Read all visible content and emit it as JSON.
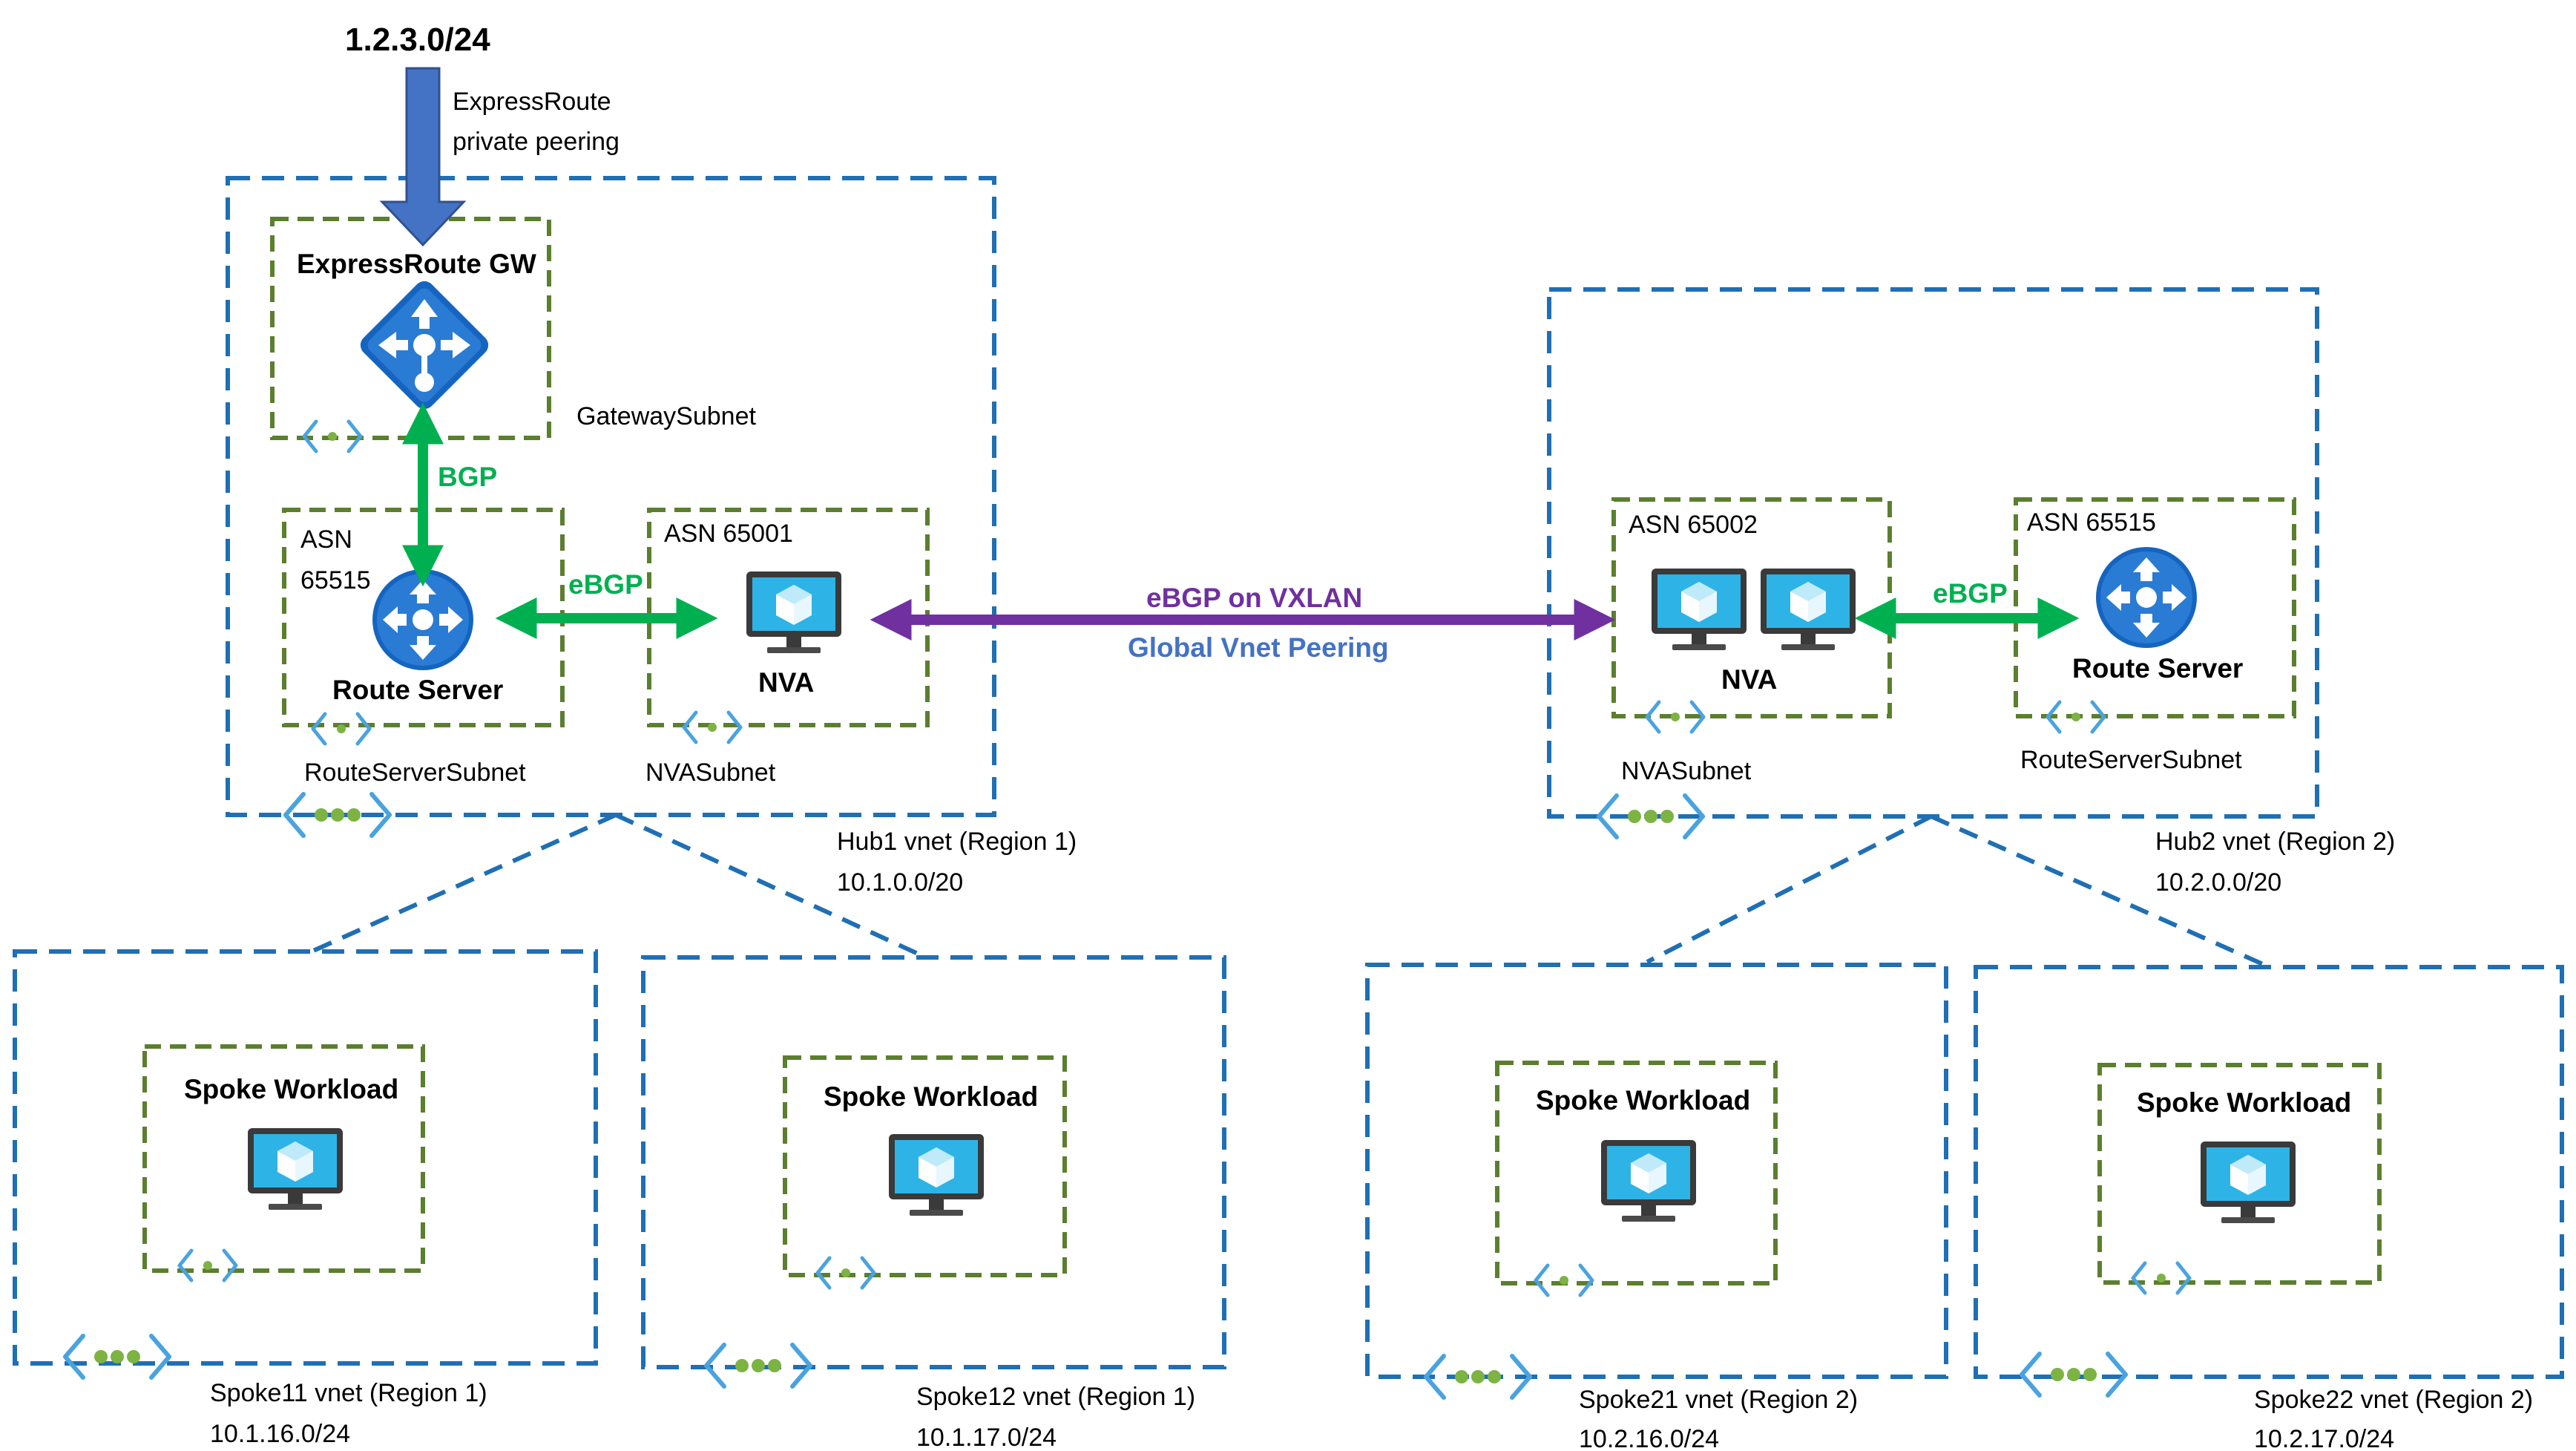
{
  "prefix": "1.2.3.0/24",
  "expressroute_note": [
    "ExpressRoute",
    "private peering"
  ],
  "hub1": {
    "name": "Hub1 vnet (Region 1)",
    "cidr": "10.1.0.0/20",
    "gw_subnet": {
      "title": "ExpressRoute GW",
      "name": "GatewaySubnet"
    },
    "rs_subnet": {
      "asn_line1": "ASN",
      "asn_line2": "65515",
      "device": "Route Server",
      "name": "RouteServerSubnet"
    },
    "nva_subnet": {
      "asn": "ASN 65001",
      "device": "NVA",
      "name": "NVASubnet"
    },
    "bgp_label": "BGP",
    "ebgp_label": "eBGP"
  },
  "hub2": {
    "name": "Hub2 vnet (Region 2)",
    "cidr": "10.2.0.0/20",
    "nva_subnet": {
      "asn": "ASN 65002",
      "device": "NVA",
      "name": "NVASubnet"
    },
    "rs_subnet": {
      "asn": "ASN 65515",
      "device": "Route Server",
      "name": "RouteServerSubnet"
    },
    "ebgp_label": "eBGP"
  },
  "interhub": {
    "line1": "eBGP on VXLAN",
    "line2": "Global Vnet Peering"
  },
  "spokes": [
    {
      "workload": "Spoke Workload",
      "name": "Spoke11 vnet (Region 1)",
      "cidr": "10.1.16.0/24"
    },
    {
      "workload": "Spoke Workload",
      "name": "Spoke12 vnet (Region 1)",
      "cidr": "10.1.17.0/24"
    },
    {
      "workload": "Spoke Workload",
      "name": "Spoke21 vnet (Region 2)",
      "cidr": "10.2.16.0/24"
    },
    {
      "workload": "Spoke Workload",
      "name": "Spoke22 vnet (Region 2)",
      "cidr": "10.2.17.0/24"
    }
  ],
  "colors": {
    "vnet_border": "#1f6fb5",
    "subnet_border": "#5b7f2e",
    "bgp_green": "#00b050",
    "vxlan_purple": "#7030a0",
    "peering_blue": "#4472c4",
    "arrow_blue": "#4472c4",
    "vm_cyan": "#2eb3e6",
    "router_blue": "#1565c0",
    "subnet_icon_green": "#7cb342",
    "subnet_icon_blue": "#4aa3df"
  },
  "icons": [
    "vm-icon",
    "route-server-icon",
    "expressroute-gateway-icon",
    "subnet-icon",
    "vnet-icon"
  ]
}
